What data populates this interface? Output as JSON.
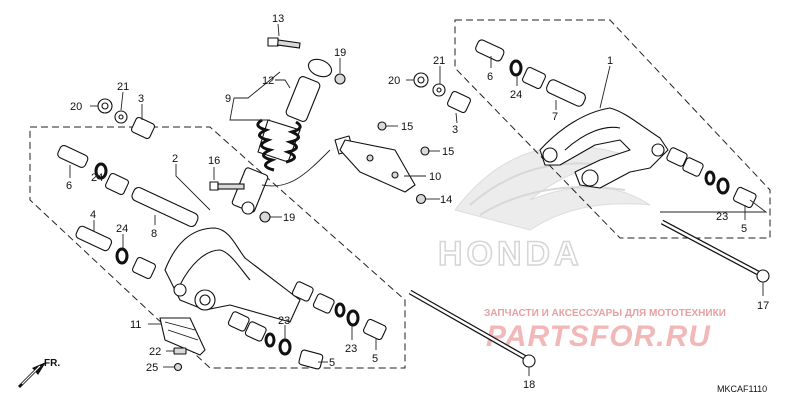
{
  "diagram": {
    "drawing_code": "MKCAF1110",
    "front_label": "FR.",
    "colors": {
      "ink": "#111111",
      "watermark_logo": "#e3e3e3",
      "watermark_red": "#f2b8b8"
    }
  },
  "watermark": {
    "brand": "HONDA",
    "shop_caption": "ЗАПЧАСТИ И АКСЕССУАРЫ ДЛЯ МОТОТЕХНИКИ",
    "shop_name": "PARTSFOR.RU"
  },
  "callouts": {
    "c1": "1",
    "c2": "2",
    "c3a": "3",
    "c3b": "3",
    "c4": "4",
    "c5a": "5",
    "c5b": "5",
    "c6a": "6",
    "c6b": "6",
    "c7": "7",
    "c8": "8",
    "c9": "9",
    "c10": "10",
    "c11": "11",
    "c12": "12",
    "c13": "13",
    "c14": "14",
    "c15a": "15",
    "c15b": "15",
    "c16": "16",
    "c17": "17",
    "c18": "18",
    "c19a": "19",
    "c19b": "19",
    "c20a": "20",
    "c20b": "20",
    "c21a": "21",
    "c21b": "21",
    "c22": "22",
    "c23a": "23",
    "c23b": "23",
    "c23c": "23",
    "c24a": "24",
    "c24b": "24",
    "c24c": "24",
    "c25": "25"
  }
}
